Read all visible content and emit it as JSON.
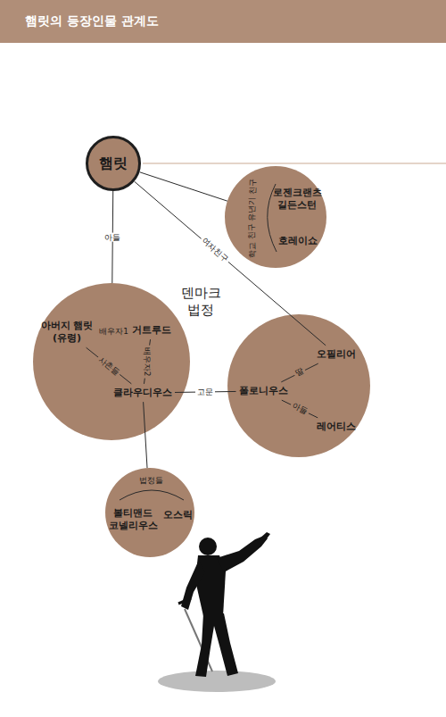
{
  "diagram": {
    "title": "햄릿의 등장인물 관계도",
    "nodes": [
      {
        "text": [
          "햄릿"
        ]
      },
      {
        "text": [
          "유년기 친구",
          "학교 친구"
        ]
      },
      {
        "text": [
          "로젠크랜츠 길든스턴"
        ],
        "in": 1
      },
      {
        "text": [
          "호레이쇼"
        ],
        "in": 1
      },
      {
        "text": []
      },
      {
        "text": [
          "아버지 햄릿 (유령)"
        ],
        "in": 4
      },
      {
        "text": [
          "거트루드"
        ],
        "in": 4
      },
      {
        "text": [
          "클라우디우스"
        ],
        "in": 4
      },
      {
        "text": []
      },
      {
        "text": [
          "오필리어"
        ],
        "in": 8
      },
      {
        "text": [
          "폴로니우스"
        ],
        "in": 8
      },
      {
        "text": [
          "레어티스"
        ],
        "in": 8
      },
      {
        "text": [
          "법정들"
        ]
      },
      {
        "text": [
          "볼티맨드 코넬리우스"
        ],
        "in": 12
      },
      {
        "text": [
          "오스릭"
        ],
        "in": 12
      }
    ],
    "edges": [
      {
        "from": 0,
        "to": 4,
        "arrow": "none",
        "label": "아들"
      },
      {
        "from": 0,
        "to": 1,
        "arrow": "none"
      },
      {
        "from": 0,
        "to": 9,
        "arrow": "none",
        "label": "여자친구"
      },
      {
        "from": 5,
        "to": 6,
        "arrow": "none",
        "label": "배우자1"
      },
      {
        "from": 6,
        "to": 7,
        "arrow": "none",
        "label": "배우자2"
      },
      {
        "from": 5,
        "to": 7,
        "arrow": "none",
        "label": "사촌들"
      },
      {
        "from": 7,
        "to": 10,
        "arrow": "none",
        "label": "고문"
      },
      {
        "from": 10,
        "to": 9,
        "arrow": "none",
        "label": "딸"
      },
      {
        "from": 10,
        "to": 11,
        "arrow": "none",
        "label": "아들"
      },
      {
        "from": 7,
        "to": 12,
        "arrow": "none"
      }
    ],
    "labels": [
      "덴마크 법정"
    ]
  }
}
